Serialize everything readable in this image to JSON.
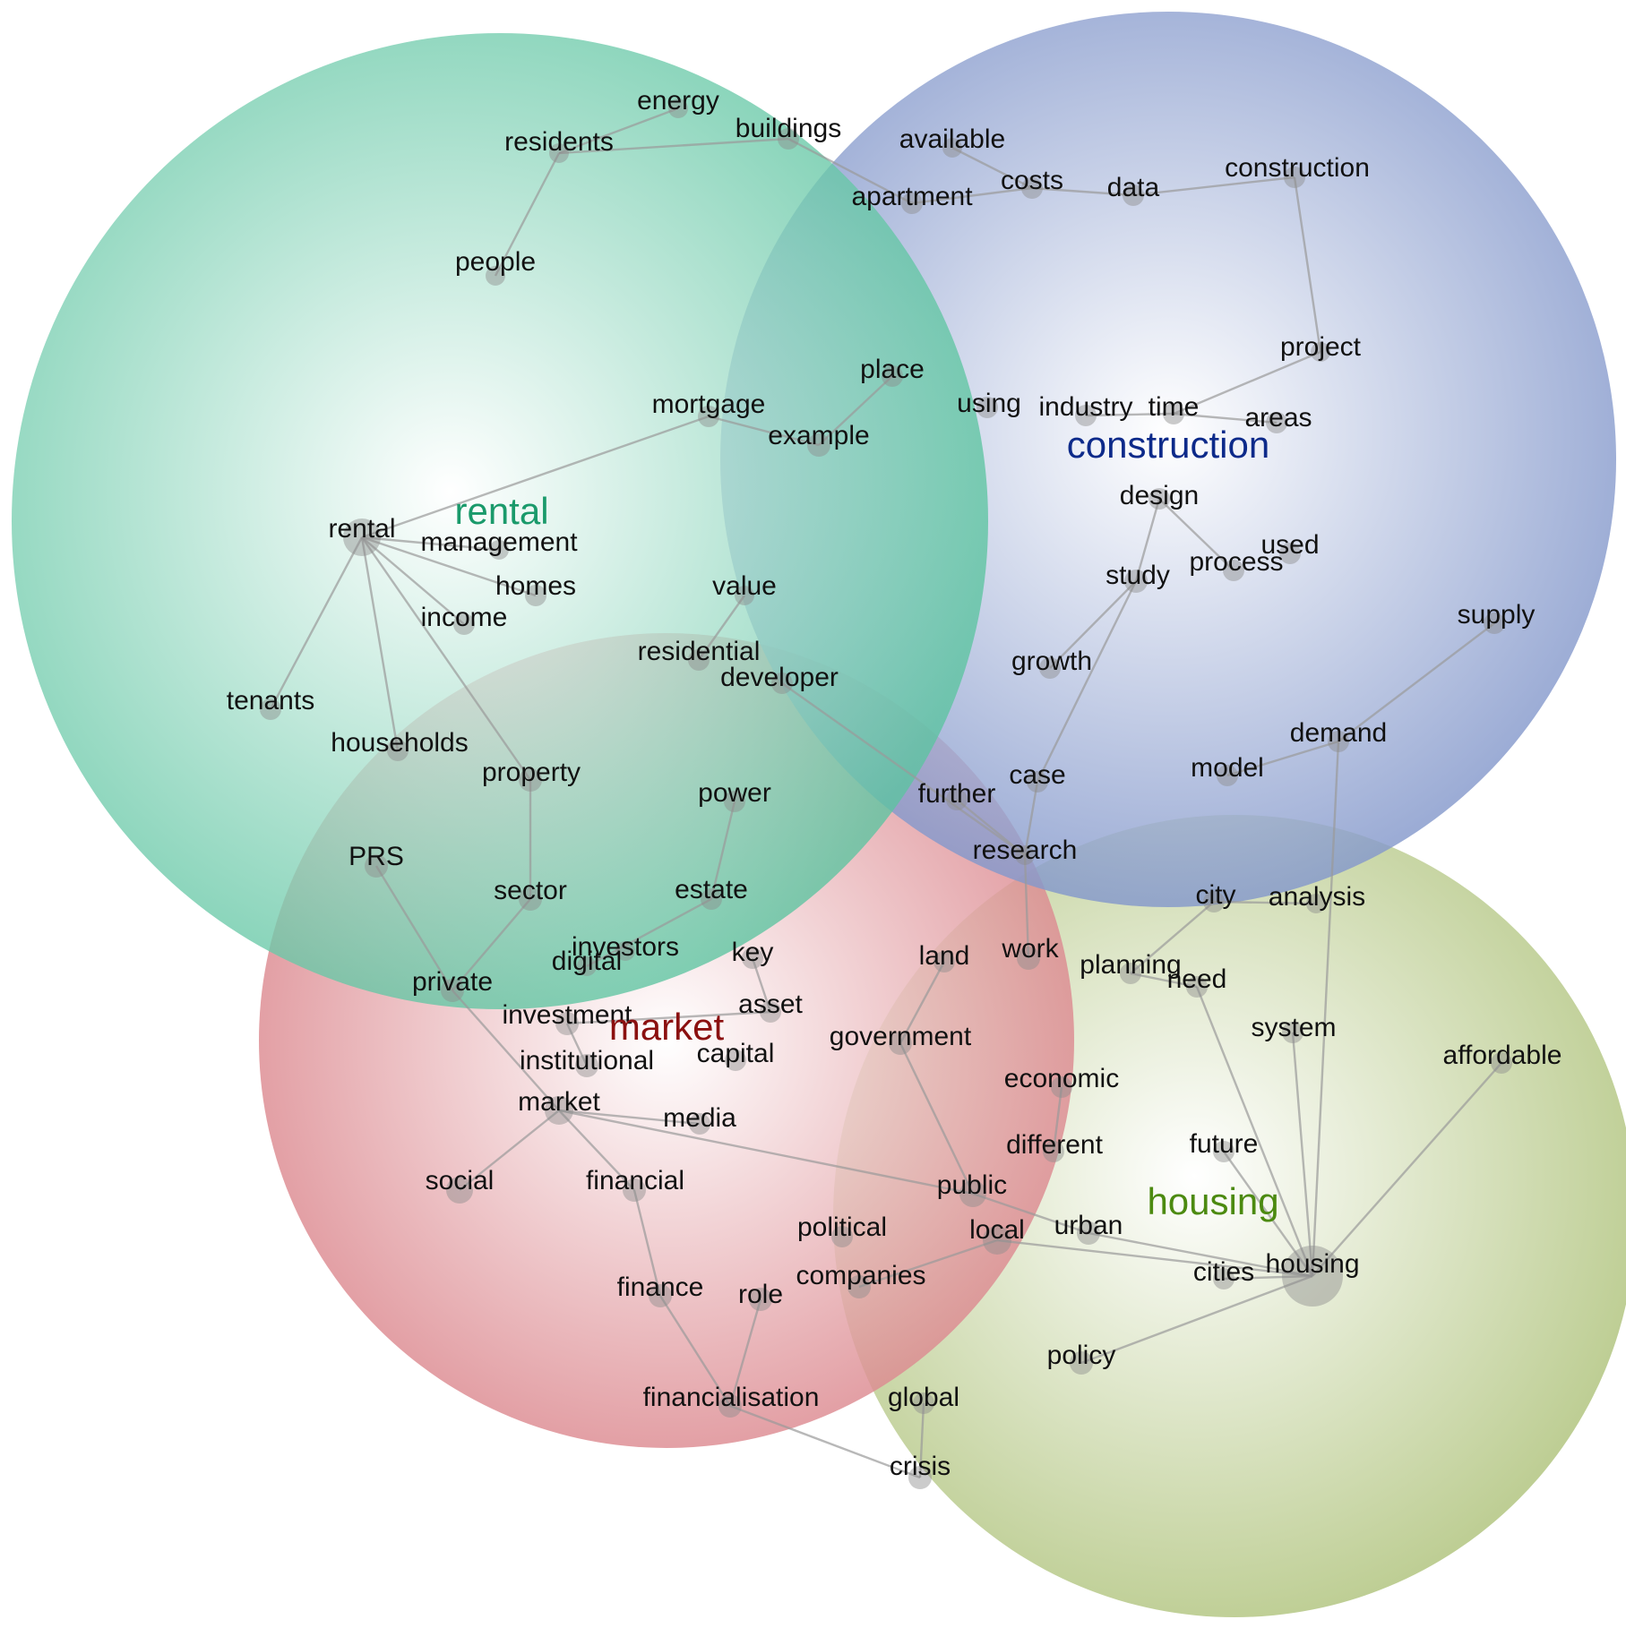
{
  "clusters": [
    {
      "id": "rental",
      "label": "rental",
      "color": "#1a9a6b",
      "fill": "#5cc4a0"
    },
    {
      "id": "construction",
      "label": "construction",
      "color": "#0d2a8a",
      "fill": "#7f94c9"
    },
    {
      "id": "market",
      "label": "market",
      "color": "#8b1010",
      "fill": "#d97f86"
    },
    {
      "id": "housing",
      "label": "housing",
      "color": "#4c8a10",
      "fill": "#aec27a"
    }
  ],
  "nodes": [
    {
      "id": "energy",
      "label": "energy"
    },
    {
      "id": "residents",
      "label": "residents"
    },
    {
      "id": "buildings",
      "label": "buildings"
    },
    {
      "id": "people",
      "label": "people"
    },
    {
      "id": "available",
      "label": "available"
    },
    {
      "id": "costs",
      "label": "costs"
    },
    {
      "id": "apartment",
      "label": "apartment"
    },
    {
      "id": "data",
      "label": "data"
    },
    {
      "id": "construction_term",
      "label": "construction"
    },
    {
      "id": "project",
      "label": "project"
    },
    {
      "id": "place",
      "label": "place"
    },
    {
      "id": "mortgage",
      "label": "mortgage"
    },
    {
      "id": "example",
      "label": "example"
    },
    {
      "id": "using",
      "label": "using"
    },
    {
      "id": "industry",
      "label": "industry"
    },
    {
      "id": "time",
      "label": "time"
    },
    {
      "id": "areas",
      "label": "areas"
    },
    {
      "id": "rental_term",
      "label": "rental"
    },
    {
      "id": "management",
      "label": "management"
    },
    {
      "id": "homes",
      "label": "homes"
    },
    {
      "id": "income",
      "label": "income"
    },
    {
      "id": "design",
      "label": "design"
    },
    {
      "id": "used",
      "label": "used"
    },
    {
      "id": "process",
      "label": "process"
    },
    {
      "id": "study",
      "label": "study"
    },
    {
      "id": "value",
      "label": "value"
    },
    {
      "id": "supply",
      "label": "supply"
    },
    {
      "id": "residential",
      "label": "residential"
    },
    {
      "id": "growth",
      "label": "growth"
    },
    {
      "id": "developer",
      "label": "developer"
    },
    {
      "id": "tenants",
      "label": "tenants"
    },
    {
      "id": "households",
      "label": "households"
    },
    {
      "id": "demand",
      "label": "demand"
    },
    {
      "id": "property",
      "label": "property"
    },
    {
      "id": "model",
      "label": "model"
    },
    {
      "id": "case",
      "label": "case"
    },
    {
      "id": "further",
      "label": "further"
    },
    {
      "id": "power",
      "label": "power"
    },
    {
      "id": "PRS",
      "label": "PRS"
    },
    {
      "id": "research",
      "label": "research"
    },
    {
      "id": "sector",
      "label": "sector"
    },
    {
      "id": "estate",
      "label": "estate"
    },
    {
      "id": "city",
      "label": "city"
    },
    {
      "id": "analysis",
      "label": "analysis"
    },
    {
      "id": "investors",
      "label": "investors"
    },
    {
      "id": "key",
      "label": "key"
    },
    {
      "id": "digital",
      "label": "digital"
    },
    {
      "id": "land",
      "label": "land"
    },
    {
      "id": "work",
      "label": "work"
    },
    {
      "id": "planning",
      "label": "planning"
    },
    {
      "id": "private",
      "label": "private"
    },
    {
      "id": "need",
      "label": "need"
    },
    {
      "id": "investment",
      "label": "investment"
    },
    {
      "id": "asset",
      "label": "asset"
    },
    {
      "id": "system",
      "label": "system"
    },
    {
      "id": "government",
      "label": "government"
    },
    {
      "id": "affordable",
      "label": "affordable"
    },
    {
      "id": "institutional",
      "label": "institutional"
    },
    {
      "id": "capital",
      "label": "capital"
    },
    {
      "id": "economic",
      "label": "economic"
    },
    {
      "id": "market_term",
      "label": "market"
    },
    {
      "id": "media",
      "label": "media"
    },
    {
      "id": "different",
      "label": "different"
    },
    {
      "id": "future",
      "label": "future"
    },
    {
      "id": "social",
      "label": "social"
    },
    {
      "id": "financial",
      "label": "financial"
    },
    {
      "id": "public",
      "label": "public"
    },
    {
      "id": "political",
      "label": "political"
    },
    {
      "id": "local",
      "label": "local"
    },
    {
      "id": "urban",
      "label": "urban"
    },
    {
      "id": "housing_term",
      "label": "housing"
    },
    {
      "id": "cities",
      "label": "cities"
    },
    {
      "id": "companies",
      "label": "companies"
    },
    {
      "id": "finance",
      "label": "finance"
    },
    {
      "id": "role",
      "label": "role"
    },
    {
      "id": "policy",
      "label": "policy"
    },
    {
      "id": "financialisation",
      "label": "financialisation"
    },
    {
      "id": "global",
      "label": "global"
    },
    {
      "id": "crisis",
      "label": "crisis"
    }
  ],
  "edges": [
    [
      "residents",
      "energy"
    ],
    [
      "residents",
      "buildings"
    ],
    [
      "residents",
      "people"
    ],
    [
      "buildings",
      "apartment"
    ],
    [
      "available",
      "costs"
    ],
    [
      "apartment",
      "costs"
    ],
    [
      "costs",
      "data"
    ],
    [
      "data",
      "construction_term"
    ],
    [
      "construction_term",
      "project"
    ],
    [
      "project",
      "time"
    ],
    [
      "industry",
      "time"
    ],
    [
      "time",
      "areas"
    ],
    [
      "mortgage",
      "example"
    ],
    [
      "example",
      "place"
    ],
    [
      "rental_term",
      "mortgage"
    ],
    [
      "rental_term",
      "management"
    ],
    [
      "rental_term",
      "homes"
    ],
    [
      "rental_term",
      "income"
    ],
    [
      "rental_term",
      "tenants"
    ],
    [
      "rental_term",
      "households"
    ],
    [
      "rental_term",
      "property"
    ],
    [
      "property",
      "sector"
    ],
    [
      "sector",
      "private"
    ],
    [
      "PRS",
      "private"
    ],
    [
      "private",
      "market_term"
    ],
    [
      "value",
      "residential"
    ],
    [
      "developer",
      "research"
    ],
    [
      "design",
      "process"
    ],
    [
      "design",
      "study"
    ],
    [
      "study",
      "growth"
    ],
    [
      "study",
      "case"
    ],
    [
      "case",
      "research"
    ],
    [
      "further",
      "research"
    ],
    [
      "research",
      "work"
    ],
    [
      "supply",
      "demand"
    ],
    [
      "demand",
      "model"
    ],
    [
      "demand",
      "housing_term"
    ],
    [
      "city",
      "analysis"
    ],
    [
      "city",
      "planning"
    ],
    [
      "power",
      "estate"
    ],
    [
      "estate",
      "digital"
    ],
    [
      "key",
      "asset"
    ],
    [
      "investment",
      "asset"
    ],
    [
      "institutional",
      "investment"
    ],
    [
      "market_term",
      "media"
    ],
    [
      "market_term",
      "social"
    ],
    [
      "market_term",
      "financial"
    ],
    [
      "market_term",
      "public"
    ],
    [
      "financial",
      "finance"
    ],
    [
      "finance",
      "financialisation"
    ],
    [
      "role",
      "financialisation"
    ],
    [
      "financialisation",
      "crisis"
    ],
    [
      "global",
      "crisis"
    ],
    [
      "land",
      "government"
    ],
    [
      "government",
      "public"
    ],
    [
      "public",
      "urban"
    ],
    [
      "local",
      "companies"
    ],
    [
      "local",
      "housing_term"
    ],
    [
      "urban",
      "housing_term"
    ],
    [
      "cities",
      "housing_term"
    ],
    [
      "policy",
      "housing_term"
    ],
    [
      "future",
      "housing_term"
    ],
    [
      "system",
      "housing_term"
    ],
    [
      "affordable",
      "housing_term"
    ],
    [
      "need",
      "housing_term"
    ],
    [
      "planning",
      "need"
    ],
    [
      "economic",
      "different"
    ]
  ]
}
